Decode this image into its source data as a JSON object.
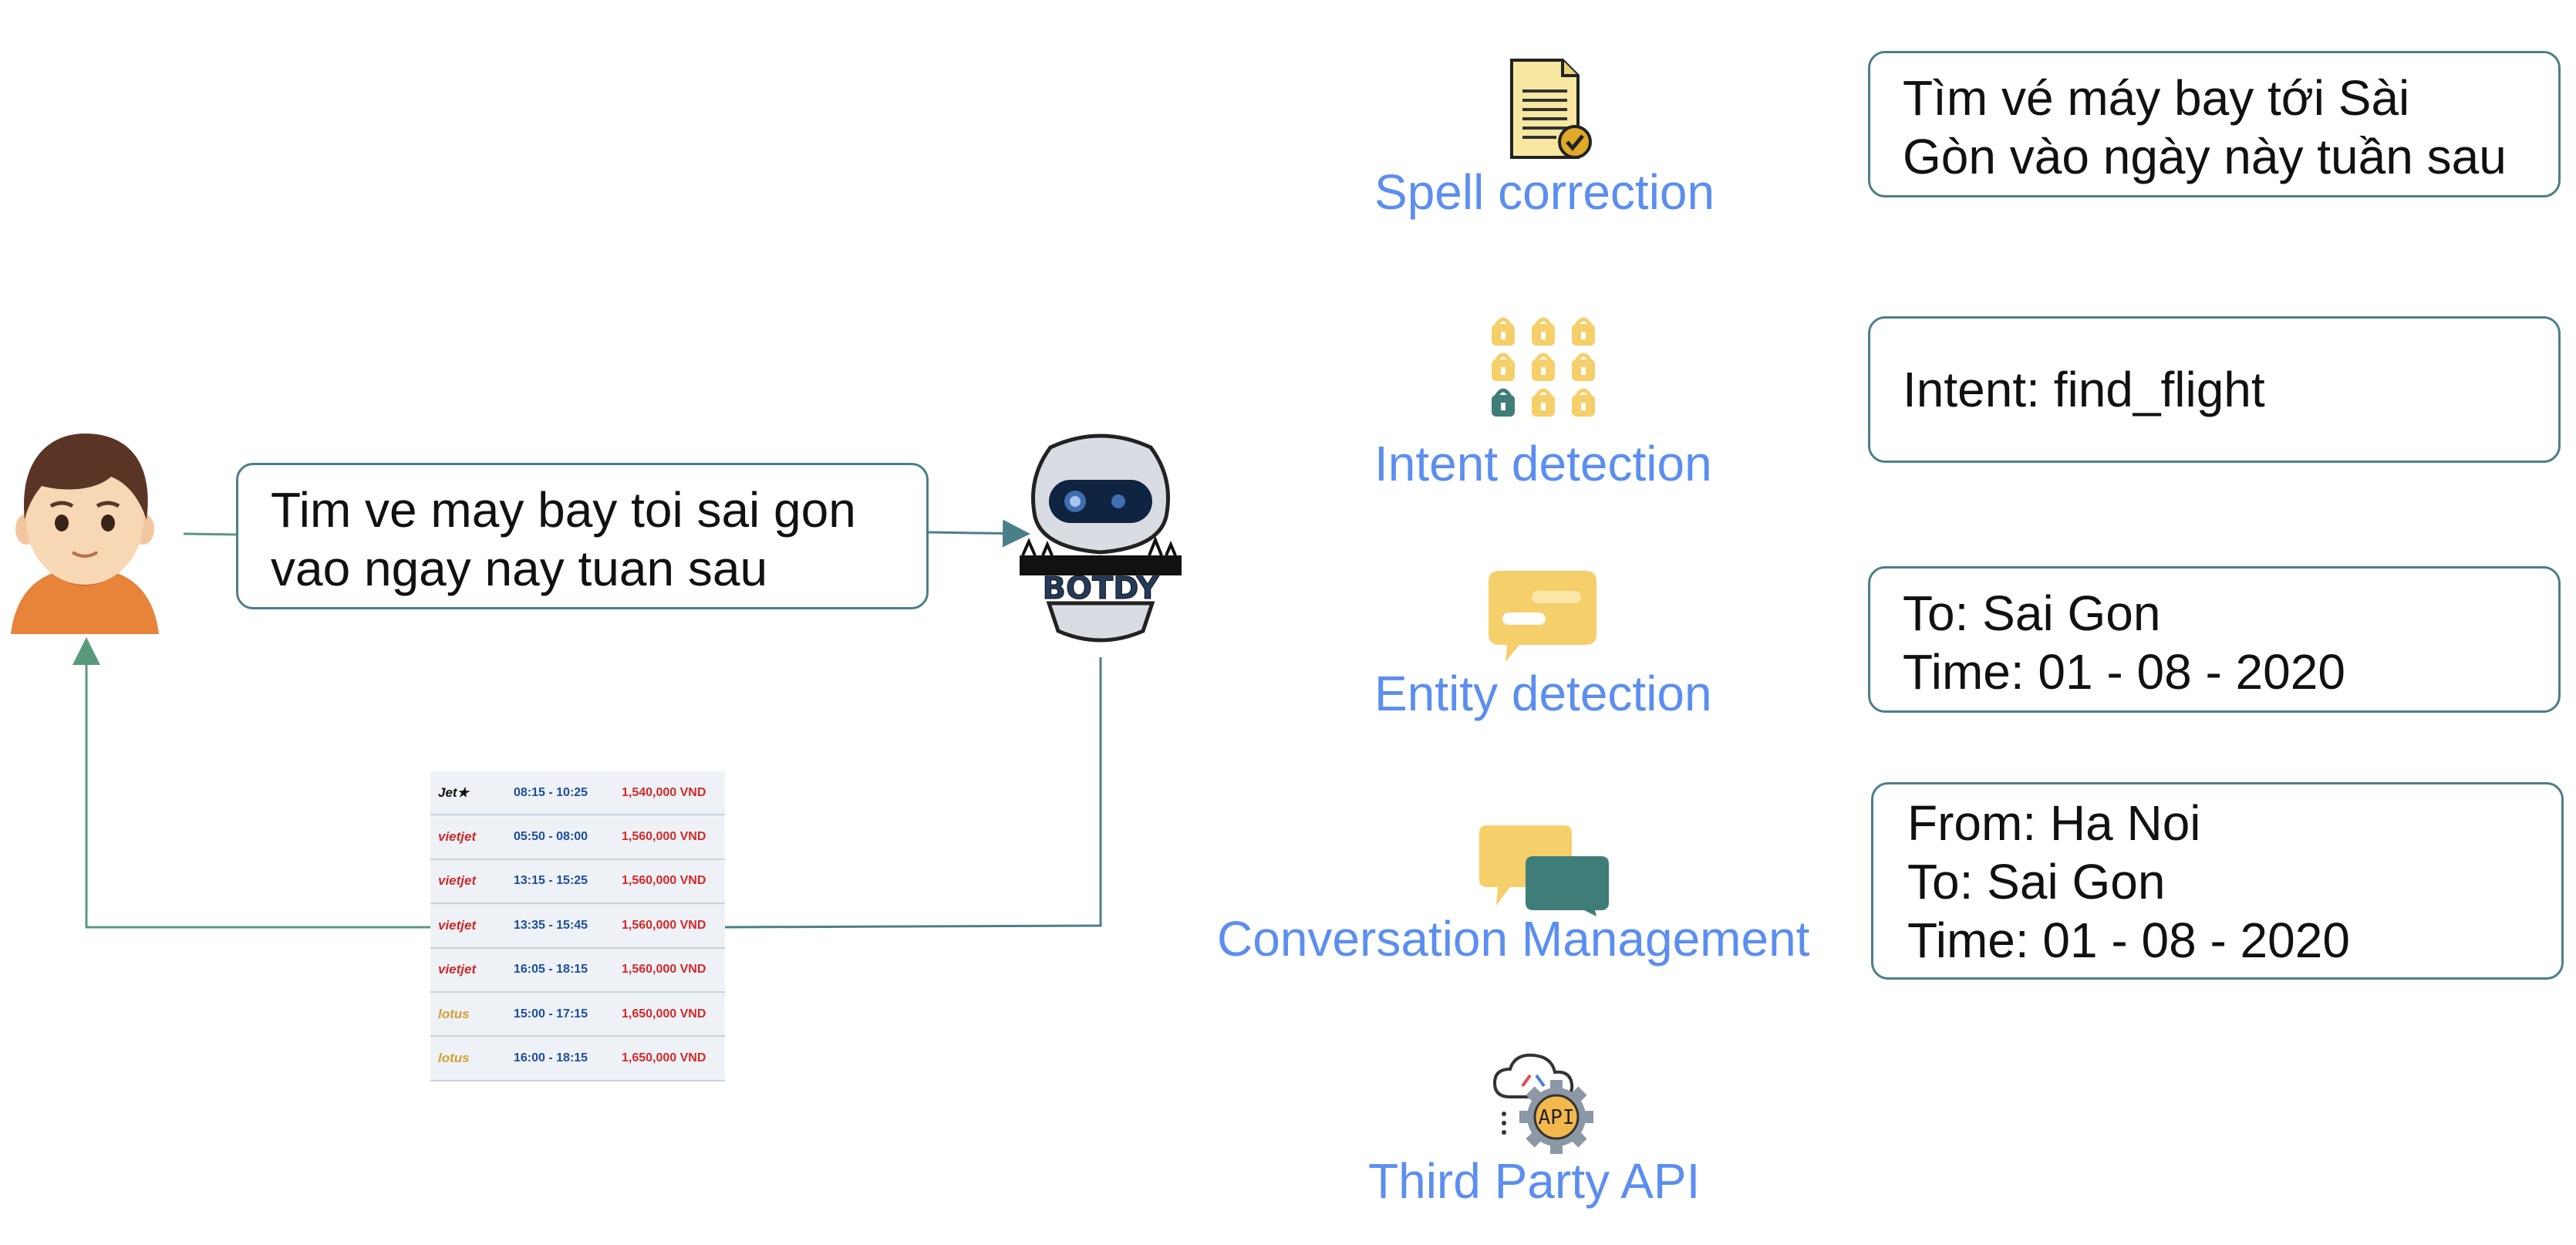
{
  "user_message": {
    "line1": "Tim ve may bay toi sai gon",
    "line2": "vao ngay nay tuan sau"
  },
  "bot": {
    "name": "BOTDY"
  },
  "stages": [
    {
      "label": "Spell correction",
      "icon": "document-check-icon",
      "output": [
        "Tìm vé máy bay tới Sài",
        "Gòn vào ngày này tuần sau"
      ]
    },
    {
      "label": "Intent detection",
      "icon": "intent-grid-icon",
      "output": [
        "Intent: find_flight"
      ]
    },
    {
      "label": "Entity detection",
      "icon": "speech-bubble-icon",
      "output": [
        "To: Sai Gon",
        "Time: 01 - 08 - 2020"
      ]
    },
    {
      "label": "Conversation Management",
      "icon": "chat-bubbles-icon",
      "output": [
        "From: Ha Noi",
        "To: Sai Gon",
        "Time: 01 - 08 - 2020"
      ]
    },
    {
      "label": "Third Party API",
      "icon": "cloud-api-gear-icon"
    }
  ],
  "flights": [
    {
      "airline": "Jet★",
      "time": "08:15 - 10:25",
      "price": "1,540,000 VND"
    },
    {
      "airline": "vietjet",
      "time": "05:50 - 08:00",
      "price": "1,560,000 VND"
    },
    {
      "airline": "vietjet",
      "time": "13:15 - 15:25",
      "price": "1,560,000 VND"
    },
    {
      "airline": "vietjet",
      "time": "13:35 - 15:45",
      "price": "1,560,000 VND"
    },
    {
      "airline": "vietjet",
      "time": "16:05 - 18:15",
      "price": "1,560,000 VND"
    },
    {
      "airline": "lotus",
      "time": "15:00 - 17:15",
      "price": "1,650,000 VND"
    },
    {
      "airline": "lotus",
      "time": "16:00 - 18:15",
      "price": "1,650,000 VND"
    }
  ],
  "api_icon_text": "API",
  "colors": {
    "connector": "#4b7f87",
    "label": "#5b8ef0",
    "return_arrow": "#5a9a7c"
  }
}
